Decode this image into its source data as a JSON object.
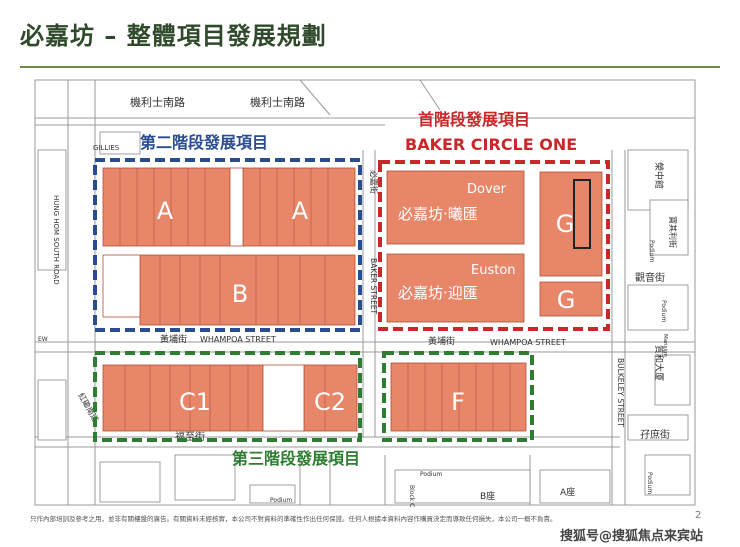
{
  "title": "必嘉坊 – 整體項目發展規劃",
  "streets": {
    "top1": "機利士南路",
    "top2": "機利士南路",
    "gillies": "GILLIES",
    "hung_hom_south_road": "HUNG HOM SOUTH ROAD",
    "baker_cn": "必嘉街",
    "baker_en": "BAKER STREET",
    "whampoa_cn_left": "黃埔街",
    "whampoa_en_left": "WHAMPOA STREET",
    "whampoa_cn_right": "黃埔街",
    "whampoa_en_right": "WHAMPOA STREET",
    "ew": "EW",
    "pak_kung": "紅磡南道",
    "fuk_chi": "福至街",
    "bulkeley": "BULKELEY STREET",
    "tsz_shu": "孖庶街",
    "kwun_yam": "觀音街",
    "po_kei": "寶其利街",
    "podium1": "Podium",
    "podium2": "Podium",
    "podium3": "Podium",
    "podium_right": "Podium",
    "block_a": "A座",
    "block_b": "B座",
    "block_c": "Block C",
    "podium_bottom": "Podium",
    "right_mansion": "Mansion",
    "right_wah": "榮中館",
    "right_kai": "質和大厦"
  },
  "phase1": {
    "cn": "首階段發展項目",
    "en": "BAKER CIRCLE ONE"
  },
  "phase2": {
    "cn": "第二階段發展項目"
  },
  "phase3": {
    "cn": "第三階段發展項目"
  },
  "blocks": {
    "A1": "A",
    "A2": "A",
    "B": "B",
    "C1": "C1",
    "C2": "C2",
    "F": "F",
    "G1": "G",
    "G2": "G"
  },
  "dover": {
    "en": "Dover",
    "cn": "必嘉坊‧曦匯"
  },
  "euston": {
    "en": "Euston",
    "cn": "必嘉坊‧迎匯"
  },
  "disclaimer": "只作內部培訓及參考之用，並非有關樓盤的廣告。有關資料未經核實，本公司不對資料的準確性作出任何保證。任何人根據本資料內容作購買決定而導致任何損失，本公司一概不負責。",
  "page_number": "2",
  "watermark": "搜狐号@搜狐焦点来宾站",
  "colors": {
    "block_fill": "#e8866a",
    "block_stroke": "#b0503a",
    "phase1": "#c8282a",
    "phase2": "#2a4d8f",
    "phase3": "#2e7d32",
    "title": "#2f4a2a"
  }
}
